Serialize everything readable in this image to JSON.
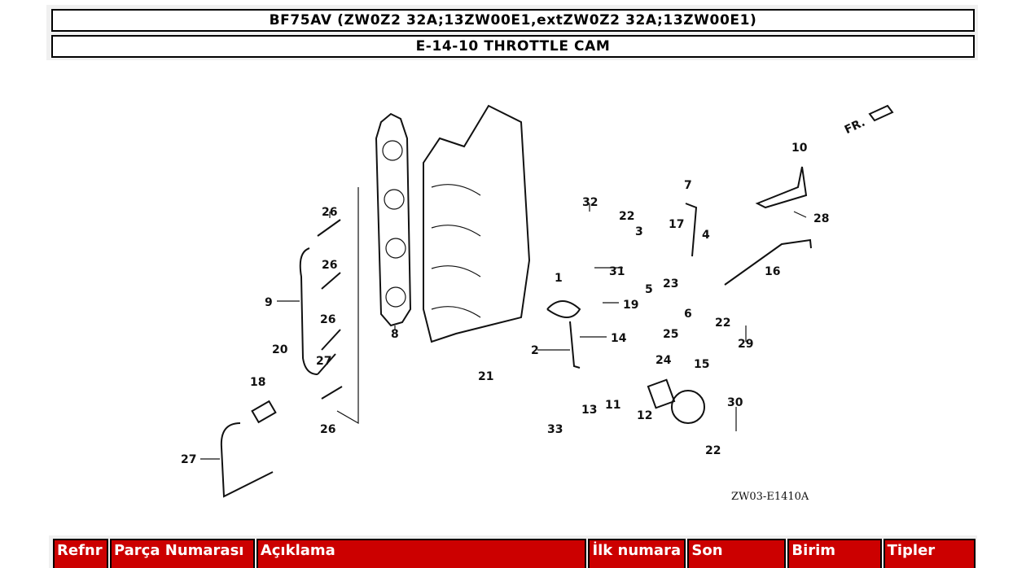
{
  "header": {
    "model_title": "BF75AV (ZW0Z2 32A;13ZW00E1,extZW0Z2 32A;13ZW00E1)",
    "section_title": "E-14-10 THROTTLE CAM"
  },
  "diagram": {
    "code": "ZW03-E1410A",
    "front_label": "FR.",
    "callouts": [
      "1",
      "2",
      "3",
      "4",
      "5",
      "6",
      "7",
      "8",
      "9",
      "10",
      "11",
      "12",
      "13",
      "14",
      "15",
      "16",
      "17",
      "18",
      "19",
      "20",
      "21",
      "22",
      "22",
      "22",
      "23",
      "24",
      "25",
      "26",
      "26",
      "26",
      "26",
      "27",
      "27",
      "28",
      "29",
      "30",
      "31",
      "32",
      "33"
    ]
  },
  "table": {
    "headers": [
      "Refnr",
      "Parça Numarası",
      "Açıklama",
      "İlk numara",
      "Son",
      "Birim",
      "Tipler"
    ]
  }
}
